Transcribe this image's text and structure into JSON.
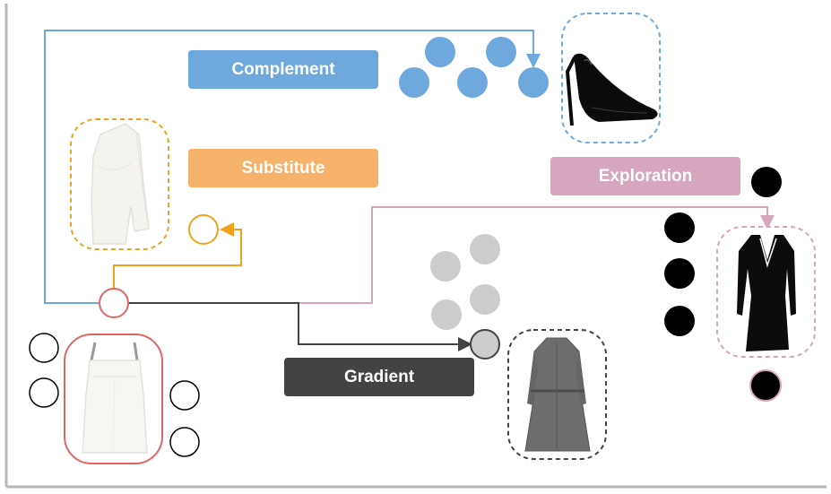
{
  "labels": {
    "complement": "Complement",
    "substitute": "Substitute",
    "exploration": "Exploration",
    "gradient": "Gradient"
  },
  "colors": {
    "complement": "#6fa8dc",
    "substitute": "#f6b26b",
    "substitute_line": "#f1a21b",
    "exploration": "#d5a6bd",
    "gradient": "#434343",
    "gradient_dots": "#cccccc",
    "anchor": "#e06666"
  },
  "items": {
    "anchor": "white-strappy-mini-dress-image",
    "substitute": "white-one-shoulder-dress-image",
    "complement": "black-stiletto-pump-image",
    "gradient": "grey-belted-shirt-dress-image",
    "exploration": "black-long-sleeve-dress-image"
  }
}
